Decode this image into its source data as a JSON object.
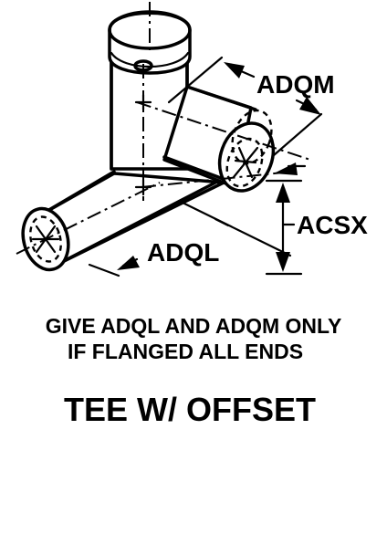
{
  "dimensions": {
    "adqm": "ADQM",
    "acsx": "ACSX",
    "adql": "ADQL"
  },
  "note": {
    "line1": "GIVE ADQL AND ADQM ONLY",
    "line2": "IF FLANGED ALL ENDS"
  },
  "title": "TEE W/ OFFSET"
}
